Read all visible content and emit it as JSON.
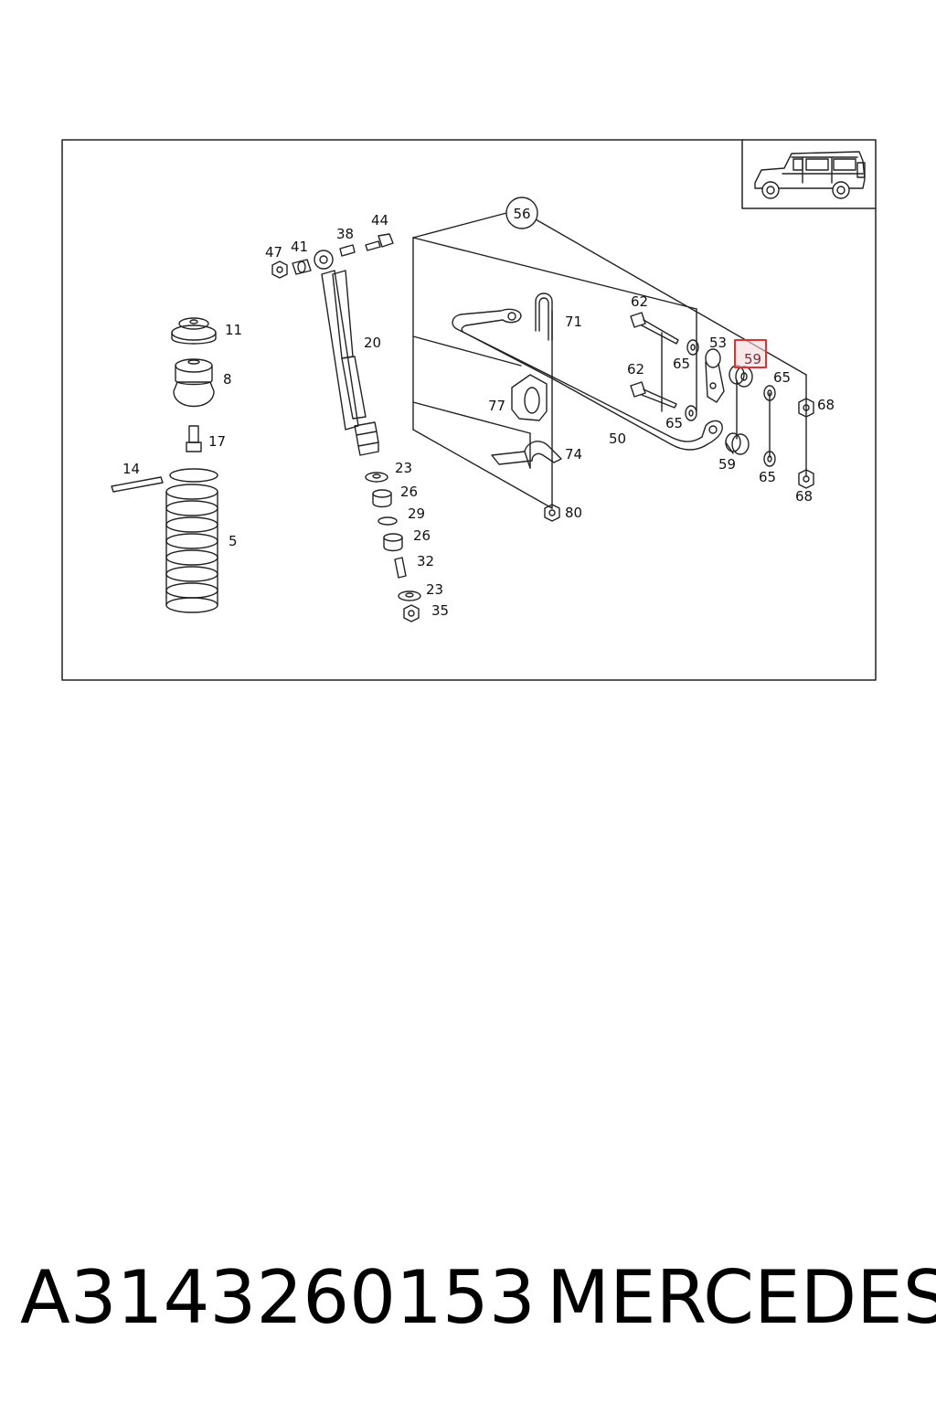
{
  "labels": {
    "l56": "56",
    "l47": "47",
    "l41": "41",
    "l38": "38",
    "l44": "44",
    "l11": "11",
    "l8": "8",
    "l17": "17",
    "l14": "14",
    "l5": "5",
    "l20": "20",
    "l23a": "23",
    "l26a": "26",
    "l29": "29",
    "l26b": "26",
    "l32": "32",
    "l23b": "23",
    "l35": "35",
    "l71": "71",
    "l77": "77",
    "l74": "74",
    "l80": "80",
    "l50": "50",
    "l62a": "62",
    "l62b": "62",
    "l65a": "65",
    "l65b": "65",
    "l53": "53",
    "l59h": "59",
    "l65c": "65",
    "l68a": "68",
    "l59b": "59",
    "l65d": "65",
    "l68b": "68"
  },
  "highlight_color": "#e03030",
  "vehicle_icon": "suv-side-view-icon",
  "part_number": "A3143260153",
  "brand": "MERCEDES"
}
